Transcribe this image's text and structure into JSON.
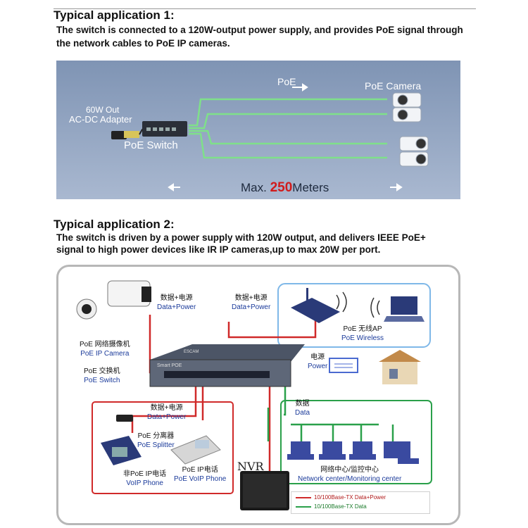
{
  "app1": {
    "title": "Typical application 1:",
    "desc_line1": "The switch is connected to a 120W-output power supply, and provides PoE signal through",
    "desc_line2": "the network cables to PoE IP cameras.",
    "banner": {
      "adapter_line1": "60W Out",
      "adapter_line2": "AC-DC Adapter",
      "switch_label": "PoE Switch",
      "poe_label": "PoE",
      "camera_label": "PoE Camera",
      "max_prefix": "Max.",
      "max_value": "250",
      "max_suffix": "Meters"
    }
  },
  "app2": {
    "title": "Typical application 2:",
    "desc_line1": "The switch is driven by a power supply with 120W output, and delivers IEEE PoE+",
    "desc_line2": "signal to high power devices like IR IP cameras,up to max 20W per port.",
    "diagram": {
      "data_power_zh_1": "数据+电源",
      "data_power_en_1": "Data+Power",
      "data_power_zh_2": "数据+电源",
      "data_power_en_2": "Data+Power",
      "camera_zh": "PoE 网络摄像机",
      "camera_en": "PoE IP Camera",
      "switch_zh": "PoE 交换机",
      "switch_en": "PoE Switch",
      "ap_zh": "PoE 无线AP",
      "ap_en": "PoE Wireless",
      "power_zh": "电源",
      "power_en": "Power",
      "data_power_zh_3": "数据+电源",
      "data_power_en_3": "Data+Power",
      "data_zh": "数据",
      "data_en": "Data",
      "splitter_zh": "PoE 分离器",
      "splitter_en": "PoE  Splitter",
      "phone_zh": "非PoE IP电话",
      "phone_en": "VoIP Phone",
      "poe_phone_zh": "PoE IP电话",
      "poe_phone_en": "PoE VoIP Phone",
      "nvr": "NVR",
      "center_zh": "网络中心/监控中心",
      "center_en": "Network center/Monitoring center",
      "switch_brand": "ESCAM",
      "switch_model": "Smart POE",
      "legend_red": "10/100Base-TX Data+Power",
      "legend_green": "10/100Base-TX Data"
    }
  },
  "colors": {
    "red_line": "#d02a2a",
    "green_line": "#2aa04a",
    "ap_box": "#7fb8e8",
    "banner_bg": "#8ea2c0",
    "max_value": "#d11b1b"
  }
}
